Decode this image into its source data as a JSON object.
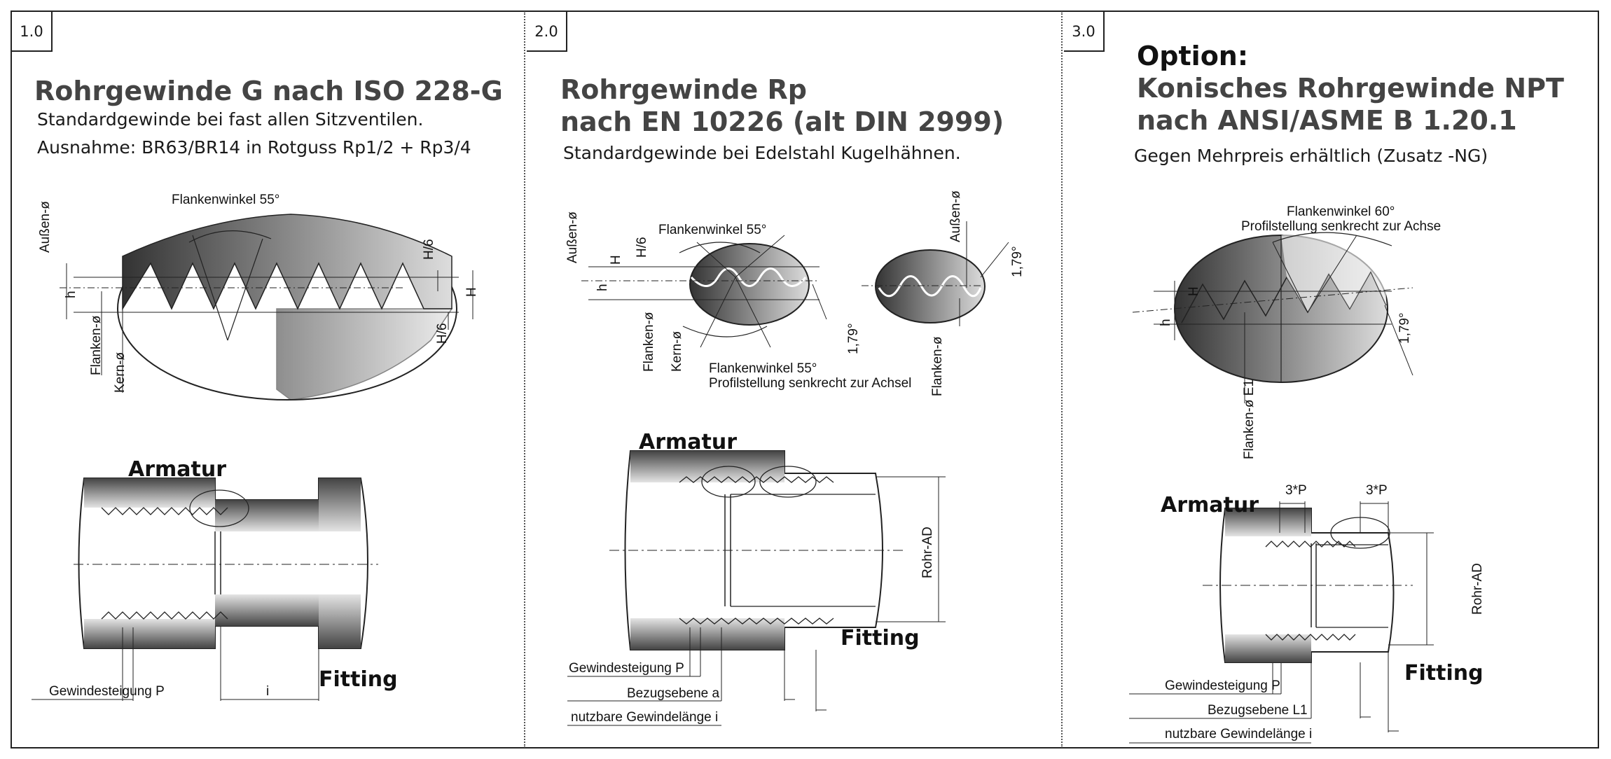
{
  "panels": [
    {
      "number": "1.0",
      "title_lines": [
        "Rohrgewinde G nach ISO 228-G"
      ],
      "subtitle_lines": [
        "Standardgewinde bei fast allen Sitzventilen.",
        "Ausnahme: BR63/BR14 in Rotguss Rp1/2 + Rp3/4"
      ],
      "thread_labels": {
        "angle": "Flankenwinkel 55°",
        "outer": "Außen-ø",
        "h": "h",
        "flank": "Flanken-ø",
        "core": "Kern-ø",
        "h6_top": "H/6",
        "H": "H",
        "h6_bottom": "H/6"
      },
      "armatur": "Armatur",
      "fitting": "Fitting",
      "bottom_labels": {
        "pitch": "Gewindesteigung P",
        "i": "i"
      }
    },
    {
      "number": "2.0",
      "title_lines": [
        "Rohrgewinde Rp",
        "nach EN 10226 (alt DIN 2999)"
      ],
      "subtitle_lines": [
        "Standardgewinde bei Edelstahl Kugelhähnen."
      ],
      "thread_labels": {
        "angle_top": "Flankenwinkel 55°",
        "outer": "Außen-ø",
        "H": "H",
        "h6": "H/6",
        "h": "h",
        "flank": "Flanken-ø",
        "core": "Kern-ø",
        "angle_bottom": "Flankenwinkel 55°",
        "profile": "Profilstellung senkrecht zur Achsel",
        "taper_1": "1,79°",
        "outer_right": "Außen-ø",
        "taper_2": "1,79°",
        "flank_right": "Flanken-ø"
      },
      "armatur": "Armatur",
      "fitting": "Fitting",
      "rohr": "Rohr-AD",
      "bottom_labels": {
        "pitch": "Gewindesteigung P",
        "ref": "Bezugsebene a",
        "length": "nutzbare Gewindelänge i"
      }
    },
    {
      "number": "3.0",
      "title_lines": [
        "Option:",
        "Konisches Rohrgewinde NPT",
        "nach ANSI/ASME B 1.20.1"
      ],
      "subtitle_lines": [
        "Gegen Mehrpreis erhältlich (Zusatz -NG)"
      ],
      "thread_labels": {
        "angle": "Flankenwinkel 60°",
        "profile": "Profilstellung senkrecht zur Achse",
        "H": "H",
        "h": "h",
        "taper": "1,79°",
        "flank": "Flanken-ø E1"
      },
      "armatur": "Armatur",
      "fitting": "Fitting",
      "rohr": "Rohr-AD",
      "pitch_marks": [
        "3*P",
        "3*P"
      ],
      "bottom_labels": {
        "pitch": "Gewindesteigung P",
        "ref": "Bezugsebene L1",
        "length": "nutzbare Gewindelänge i"
      }
    }
  ],
  "colors": {
    "metal_dark": "#3a3a3a",
    "metal_light": "#d8d8d8",
    "border": "#222222"
  }
}
